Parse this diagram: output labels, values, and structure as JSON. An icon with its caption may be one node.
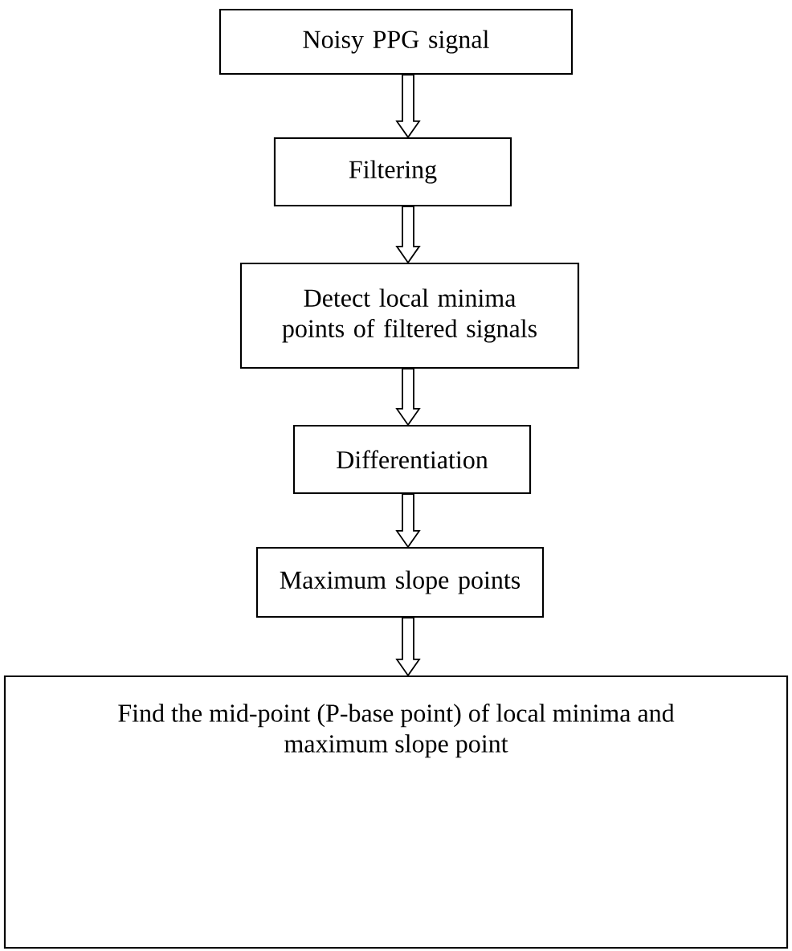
{
  "diagram": {
    "nodes": [
      {
        "text": [
          "Noisy PPG signal"
        ]
      },
      {
        "text": [
          "Filtering"
        ]
      },
      {
        "text": [
          "Detect local minima points of filtered signals"
        ]
      },
      {
        "text": [
          "Differentiation"
        ]
      },
      {
        "text": [
          "Maximum slope points"
        ]
      },
      {
        "text": [
          "Find the mid-point (P-base point) of local minima and maximum slope point"
        ]
      }
    ],
    "edges": [
      {
        "from": 0,
        "to": 1,
        "arrow": "to"
      },
      {
        "from": 1,
        "to": 2,
        "arrow": "to"
      },
      {
        "from": 2,
        "to": 3,
        "arrow": "to"
      },
      {
        "from": 3,
        "to": 4,
        "arrow": "to"
      },
      {
        "from": 4,
        "to": 5,
        "arrow": "to"
      }
    ]
  }
}
